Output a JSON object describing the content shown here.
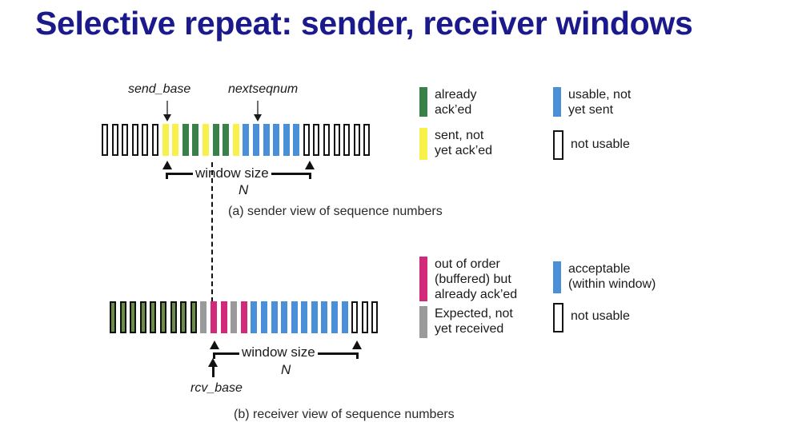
{
  "title": "Selective repeat: sender, receiver windows",
  "accent_color": "#1a1a8c",
  "colors": {
    "green": "#3a8049",
    "yellow": "#f7f14a",
    "blue": "#4a90d9",
    "pink": "#d2297a",
    "gray": "#9a9a9a",
    "green_outlined": "#6d8c4c",
    "outline": "#141414"
  },
  "sender": {
    "pointer_send_base": "send_base",
    "pointer_nextseqnum": "nextseqnum",
    "window_label": "window size",
    "window_n": "N",
    "caption": "(a) sender view of sequence numbers",
    "bars": [
      "white",
      "white",
      "white",
      "white",
      "white",
      "white",
      "yellow",
      "yellow",
      "green",
      "green",
      "yellow",
      "green",
      "green",
      "yellow",
      "blue",
      "blue",
      "blue",
      "blue",
      "blue",
      "blue",
      "white",
      "white",
      "white",
      "white",
      "white",
      "white",
      "white"
    ],
    "legend": [
      {
        "swatch": "green",
        "text": "already\nack’ed"
      },
      {
        "swatch": "yellow",
        "text": "sent, not\nyet ack’ed"
      },
      {
        "swatch": "blue",
        "text": "usable, not\nyet sent"
      },
      {
        "swatch": "white",
        "text": "not usable"
      }
    ]
  },
  "receiver": {
    "pointer_rcv_base": "rcv_base",
    "window_label": "window size",
    "window_n": "N",
    "caption": "(b) receiver view of sequence numbers",
    "bars": [
      "greenout",
      "greenout",
      "greenout",
      "greenout",
      "greenout",
      "greenout",
      "greenout",
      "greenout",
      "greenout",
      "gray",
      "pink",
      "pink",
      "gray",
      "pink",
      "blue",
      "blue",
      "blue",
      "blue",
      "blue",
      "blue",
      "blue",
      "blue",
      "blue",
      "blue",
      "white",
      "white",
      "white"
    ],
    "legend": [
      {
        "swatch": "pink",
        "text": "out of order\n(buffered) but\nalready ack’ed"
      },
      {
        "swatch": "gray",
        "text": "Expected,  not\nyet received"
      },
      {
        "swatch": "blue",
        "text": "acceptable\n(within window)"
      },
      {
        "swatch": "white",
        "text": "not usable"
      }
    ]
  }
}
